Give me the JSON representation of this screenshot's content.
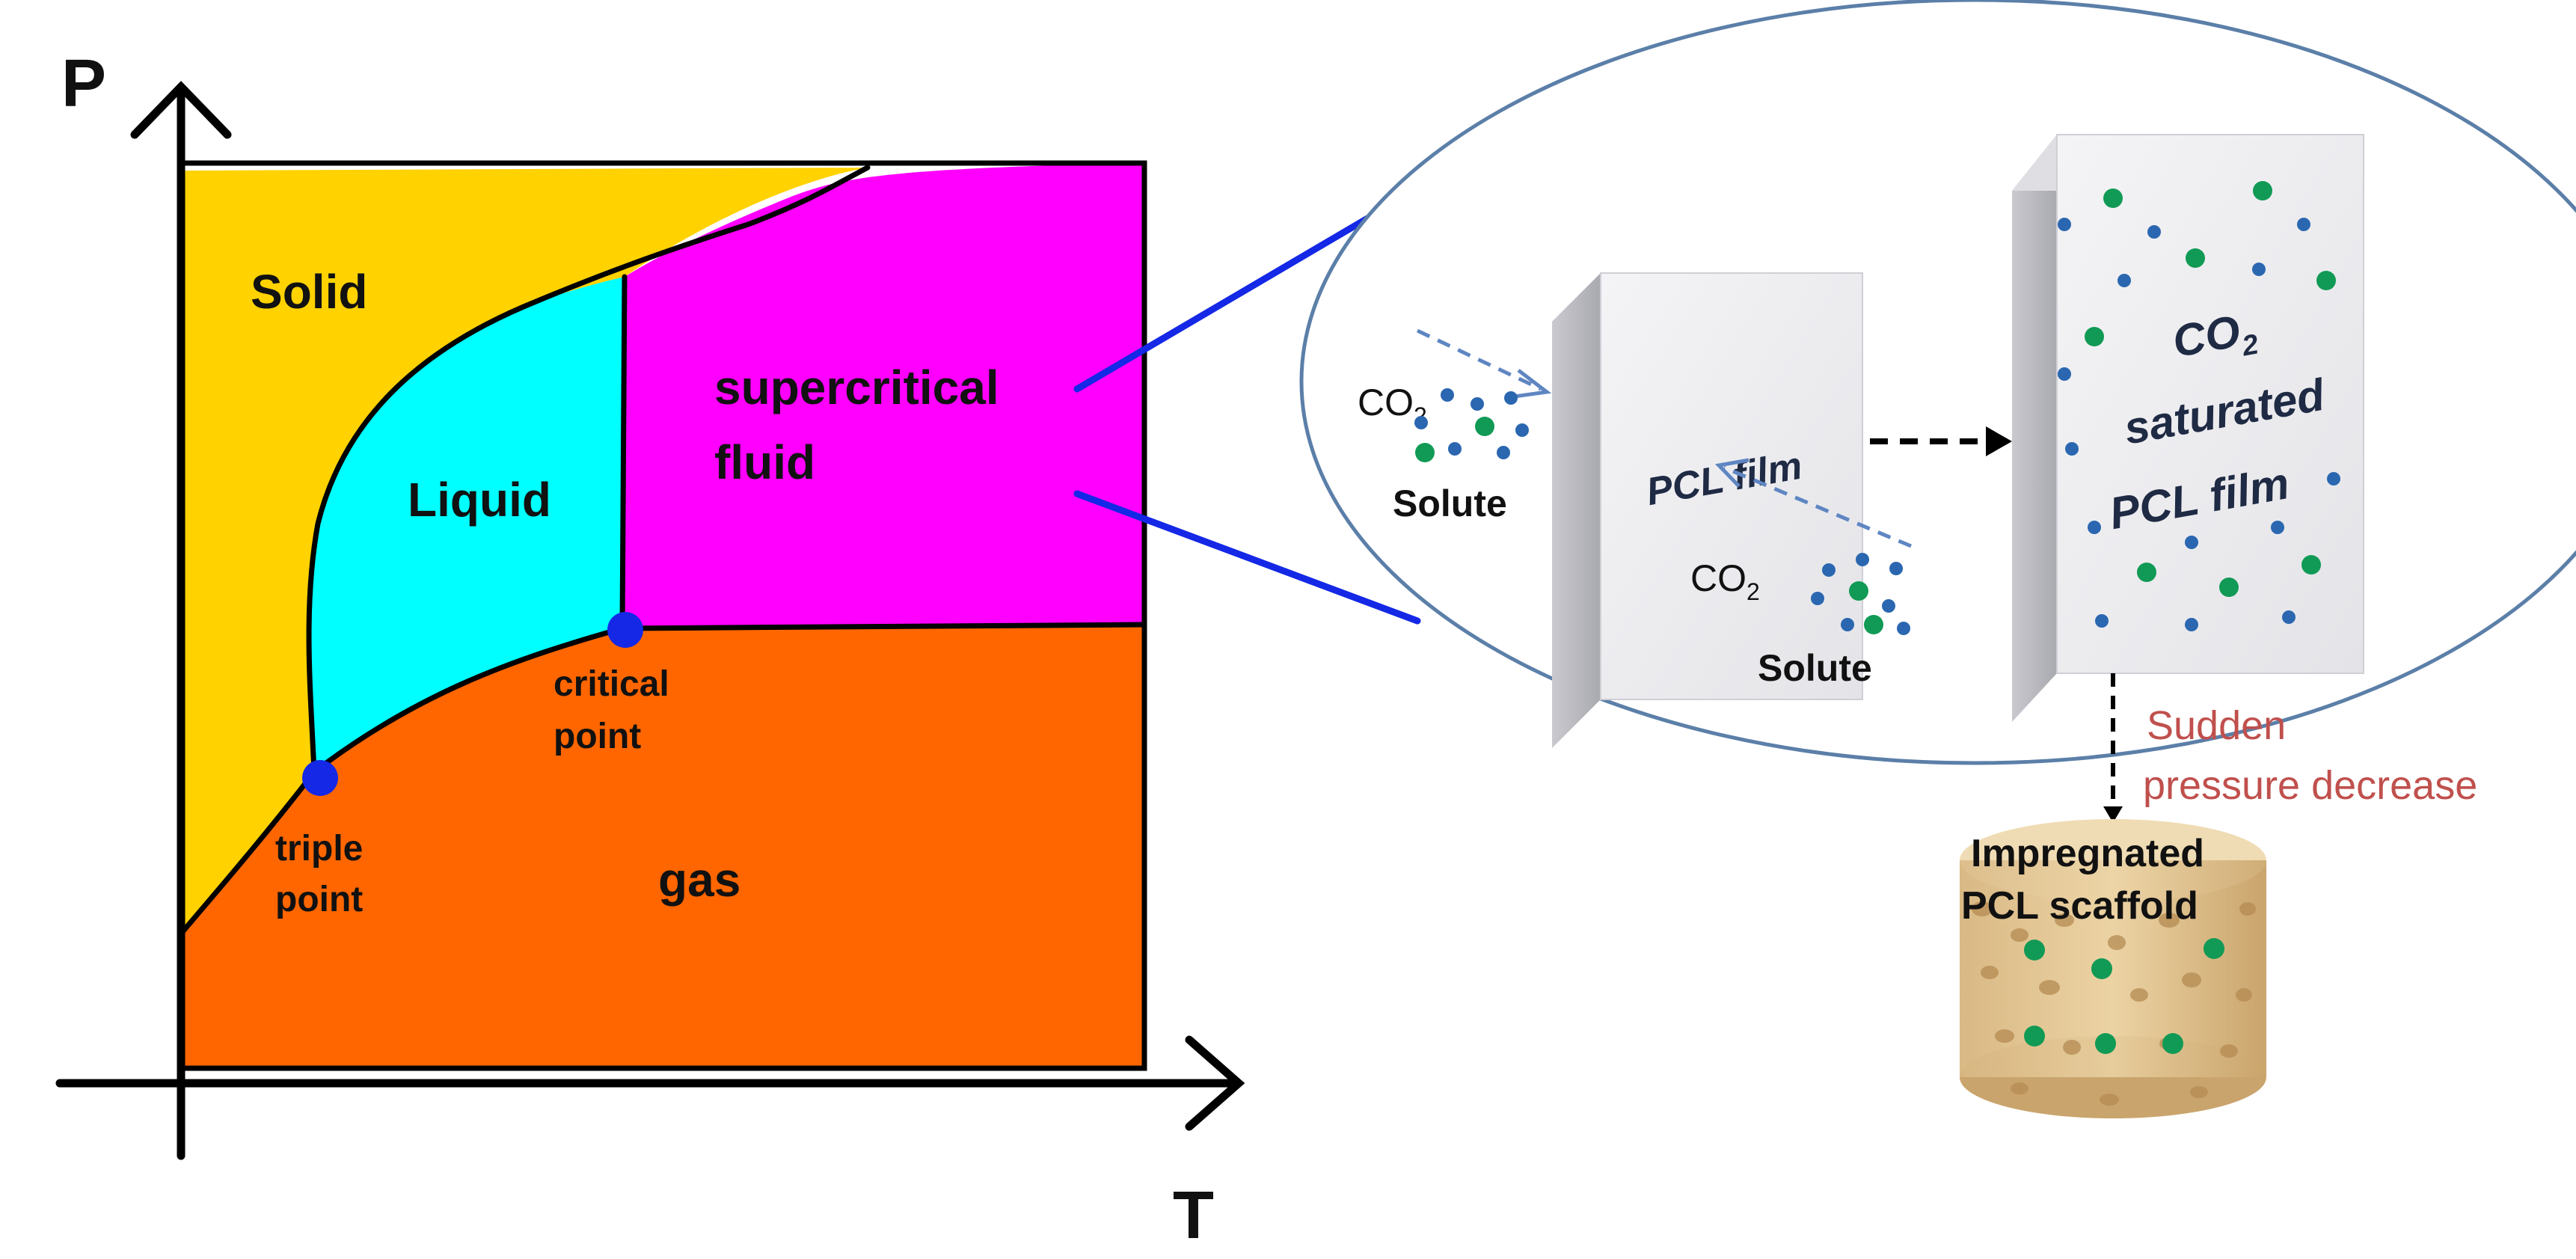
{
  "axes": {
    "y_label": "P",
    "x_label": "T"
  },
  "phases": {
    "solid": "Solid",
    "liquid": "Liquid",
    "supercritical_line1": "supercritical",
    "supercritical_line2": "fluid",
    "gas": "gas"
  },
  "points": {
    "triple_line1": "triple",
    "triple_line2": "point",
    "critical_line1": "critical",
    "critical_line2": "point"
  },
  "inset": {
    "co2_left": "CO",
    "co2_left_sub": "2",
    "solute_left": "Solute",
    "film_label": "PCL film",
    "co2_bottom": "CO",
    "co2_bottom_sub": "2",
    "solute_bottom": "Solute",
    "saturated_line1": "CO",
    "saturated_line1_sub": "2",
    "saturated_line2": "saturated",
    "saturated_line3": "PCL film"
  },
  "process": {
    "decrease_line1": "Sudden",
    "decrease_line2": "pressure decrease",
    "scaffold_line1": "Impregnated",
    "scaffold_line2": "PCL scaffold"
  },
  "colors": {
    "solid": "#ffd200",
    "liquid": "#00ffff",
    "supercritical": "#ff00ff",
    "gas": "#ff6600",
    "point": "#1428e6",
    "connector": "#1428e6",
    "ellipse": "#5b7fa8",
    "green_dot": "#119a55",
    "blue_dot": "#2b67b0",
    "red_text": "#c0504d"
  }
}
